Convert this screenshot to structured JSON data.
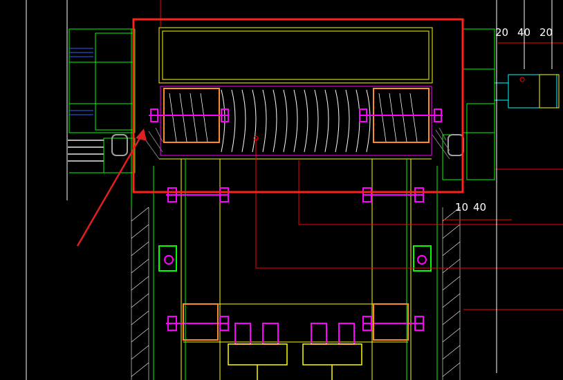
{
  "drawing": {
    "dimension_labels_top": [
      "20",
      "40",
      "20"
    ],
    "dimension_labels_right": [
      "10",
      "40"
    ]
  },
  "colors": {
    "background": "#000000",
    "frame_green": "#00ff00",
    "aluminum_yellow": "#ffff00",
    "insulation_white": "#ffffff",
    "bolt_magenta": "#ff00ff",
    "leader_red": "#ff0000",
    "highlight_red": "#ff2020",
    "cyan": "#00ffff",
    "orange": "#ff8c2a"
  }
}
